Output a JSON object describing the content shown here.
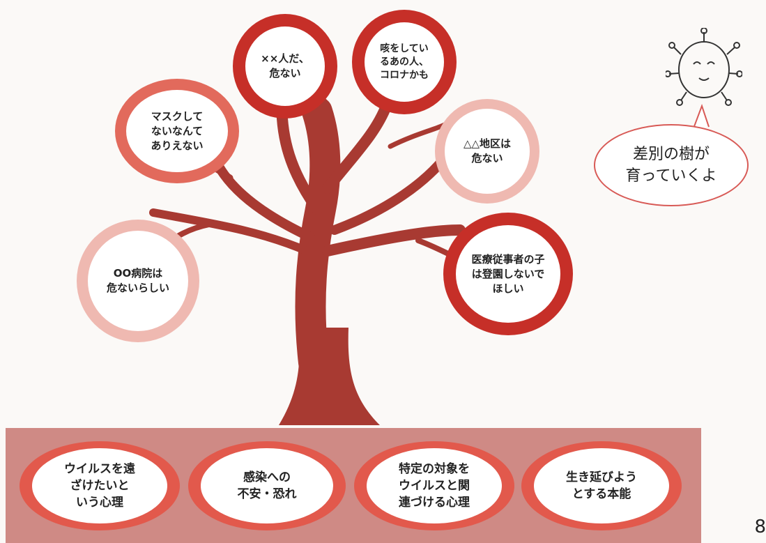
{
  "tree": {
    "leaves": [
      {
        "id": "leaf-xx-person",
        "text": "××人だ、\n危ない"
      },
      {
        "id": "leaf-cough",
        "text": "咳をしてい\nるあの人、\nコロナかも"
      },
      {
        "id": "leaf-mask",
        "text": "マスクして\nないなんて\nありえない"
      },
      {
        "id": "leaf-district",
        "text": "△△地区は\n危ない"
      },
      {
        "id": "leaf-medical-child",
        "text": "医療従事者の子\nは登園しないで\nほしい"
      },
      {
        "id": "leaf-hospital",
        "text": "OO病院は\n危ないらしい"
      }
    ],
    "roots": [
      {
        "id": "root-avoid",
        "text": "ウイルスを遠\nざけたいと\nいう心理"
      },
      {
        "id": "root-fear",
        "text": "感染への\n不安・恐れ"
      },
      {
        "id": "root-associate",
        "text": "特定の対象を\nウイルスと関\n連づける心理"
      },
      {
        "id": "root-survive",
        "text": "生き延びよう\nとする本能"
      }
    ]
  },
  "speech_bubble": {
    "text": "差別の樹が\n育っていくよ"
  },
  "page_number": "8",
  "colors": {
    "trunk": "#a83a32",
    "ring_dark": "#c62f28",
    "ring_mid": "#e26a5c",
    "ring_light": "#efb9b1",
    "root_band": "#cf8a85",
    "root_oval": "#e2594c"
  }
}
